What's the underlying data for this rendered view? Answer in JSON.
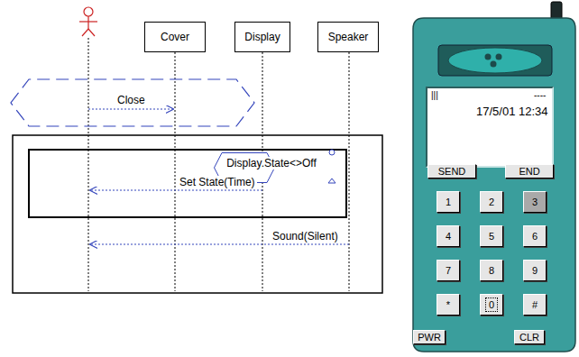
{
  "diagram": {
    "nodes": [
      {
        "text": [
          "Cover"
        ]
      },
      {
        "text": [
          "Display"
        ]
      },
      {
        "text": [
          "Speaker"
        ]
      },
      {
        "text": [
          "Display.State<>Off"
        ]
      },
      {
        "text": [
          "|||",
          "----",
          "17/5/01 12:34"
        ]
      },
      {
        "text": [
          "SEND"
        ]
      },
      {
        "text": [
          "END"
        ]
      },
      {
        "text": [
          "1"
        ]
      },
      {
        "text": [
          "2"
        ]
      },
      {
        "text": [
          "3"
        ]
      },
      {
        "text": [
          "4"
        ]
      },
      {
        "text": [
          "5"
        ]
      },
      {
        "text": [
          "6"
        ]
      },
      {
        "text": [
          "7"
        ]
      },
      {
        "text": [
          "8"
        ]
      },
      {
        "text": [
          "9"
        ]
      },
      {
        "text": [
          "*"
        ]
      },
      {
        "text": [
          "0"
        ]
      },
      {
        "text": [
          "#"
        ]
      },
      {
        "text": [
          "PWR"
        ]
      },
      {
        "text": [
          "CLR"
        ]
      }
    ],
    "labels": [
      "Close",
      "Set State(Time)",
      "Sound(Silent)"
    ]
  }
}
